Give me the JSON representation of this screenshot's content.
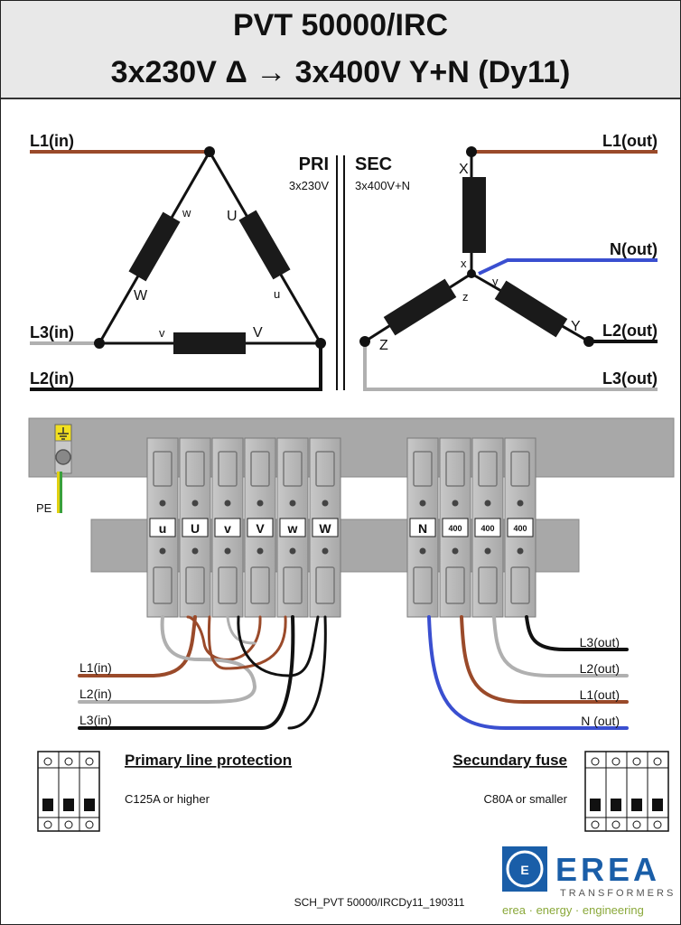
{
  "header": {
    "title": "PVT 50000/IRC",
    "subtitle": "3x230V Δ → 3x400V Y+N  (Dy11)"
  },
  "schematic": {
    "primary": {
      "label": "PRI",
      "voltage": "3x230V",
      "inputs": [
        "L1(in)",
        "L3(in)",
        "L2(in)"
      ],
      "windings": {
        "U": "U",
        "u": "u",
        "V": "V",
        "v": "v",
        "W": "W",
        "w": "w"
      }
    },
    "secondary": {
      "label": "SEC",
      "voltage": "3x400V+N",
      "outputs": [
        "L1(out)",
        "N(out)",
        "L2(out)",
        "L3(out)"
      ],
      "windings": {
        "X": "X",
        "x": "x",
        "Y": "Y",
        "y": "y",
        "Z": "Z",
        "z": "z"
      }
    }
  },
  "terminals": {
    "pe_label": "PE",
    "primary": [
      "u",
      "U",
      "v",
      "V",
      "w",
      "W"
    ],
    "secondary": [
      "N",
      "400",
      "400",
      "400"
    ]
  },
  "wiring": {
    "in_labels": [
      "L1(in)",
      "L2(in)",
      "L3(in)"
    ],
    "out_labels": [
      "L3(out)",
      "L2(out)",
      "L1(out)",
      "N (out)"
    ]
  },
  "protection": {
    "primary_title": "Primary line protection",
    "primary_rating": "C125A or higher",
    "secondary_title": "Secundary fuse",
    "secondary_rating": "C80A or smaller"
  },
  "footer": {
    "drawing_id": "SCH_PVT 50000/IRCDy11_190311",
    "brand": "EREA",
    "brand_sub": "TRANSFORMERS",
    "tagline": "erea · energy · engineering"
  },
  "colors": {
    "brown": "#9a4a2a",
    "grey": "#b0b0b0",
    "black": "#111111",
    "blue": "#3a4fd0",
    "brand_blue": "#1a5ea8",
    "tagline_green": "#8aa83a"
  }
}
